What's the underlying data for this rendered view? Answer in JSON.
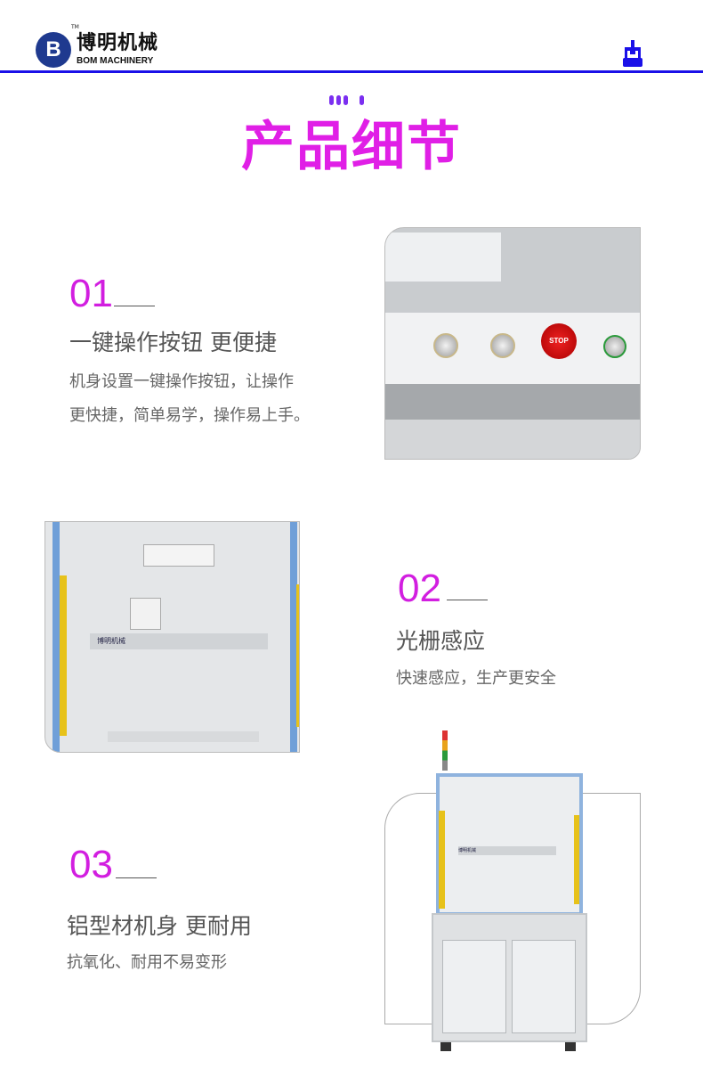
{
  "header": {
    "logo_mark": "B",
    "logo_tm": "TM",
    "logo_cn": "博明机械",
    "logo_en": "BOM MACHINERY",
    "icon": "machine-icon",
    "accent": "#1a10e8"
  },
  "title": "产品细节",
  "colors": {
    "title": "#e01fe6",
    "dots": "#7b2ff0"
  },
  "features": [
    {
      "num": "01",
      "heading": "一键操作按钮 更便捷",
      "desc": [
        "机身设置一键操作按钮，让操作",
        "更快捷，简单易学，操作易上手。"
      ],
      "image_label": "STOP"
    },
    {
      "num": "02",
      "heading": "光栅感应",
      "desc": [
        "快速感应，生产更安全"
      ],
      "image_label": "博明机械"
    },
    {
      "num": "03",
      "heading": "铝型材机身 更耐用",
      "desc": [
        "抗氧化、耐用不易变形"
      ],
      "image_label": "博明机械"
    }
  ]
}
